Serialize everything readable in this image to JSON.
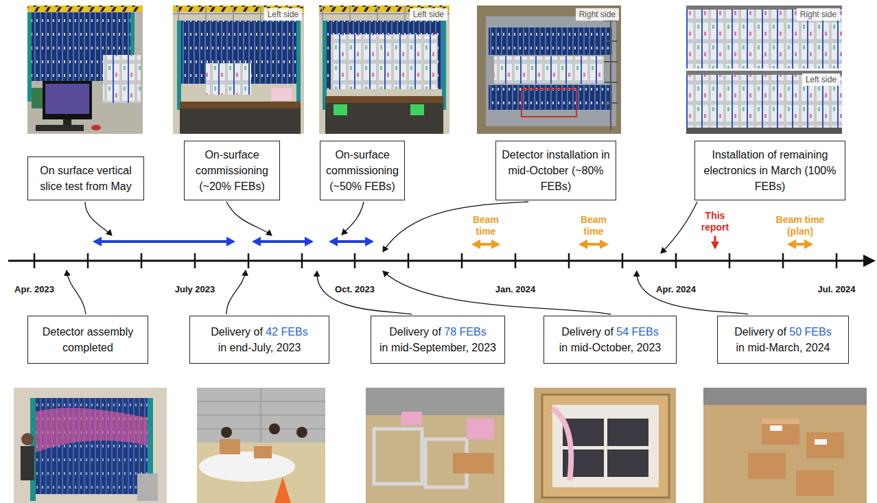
{
  "diagram": {
    "nodes": [
      {
        "text": [
          "On surface vertical slice test from May"
        ]
      },
      {
        "text": [
          "On-surface commissioning (~20% FEBs)"
        ]
      },
      {
        "text": [
          "On-surface commissioning (~50% FEBs)"
        ]
      },
      {
        "text": [
          "Detector installation in mid-October (~80% FEBs)"
        ]
      },
      {
        "text": [
          "Installation of remaining electronics in March (100% FEBs)"
        ]
      },
      {
        "text": [
          "Detector assembly completed"
        ]
      },
      {
        "text": [
          "Delivery of",
          "42 FEBs",
          "in end-July, 2023"
        ]
      },
      {
        "text": [
          "Delivery of",
          "78 FEBs",
          "in mid-September, 2023"
        ]
      },
      {
        "text": [
          "Delivery of",
          "54 FEBs",
          "in mid-October, 2023"
        ]
      },
      {
        "text": [
          "Delivery of",
          "50 FEBs",
          "in mid-March, 2024"
        ]
      }
    ],
    "labels": [
      "Beam time",
      "Beam time",
      "This report",
      "Beam time (plan)",
      "Apr. 2023",
      "July 2023",
      "Oct. 2023",
      "Jan. 2024",
      "Apr. 2024",
      "Jul. 2024",
      "Left side",
      "Left side",
      "Right side",
      "Right side",
      "Left side"
    ]
  }
}
